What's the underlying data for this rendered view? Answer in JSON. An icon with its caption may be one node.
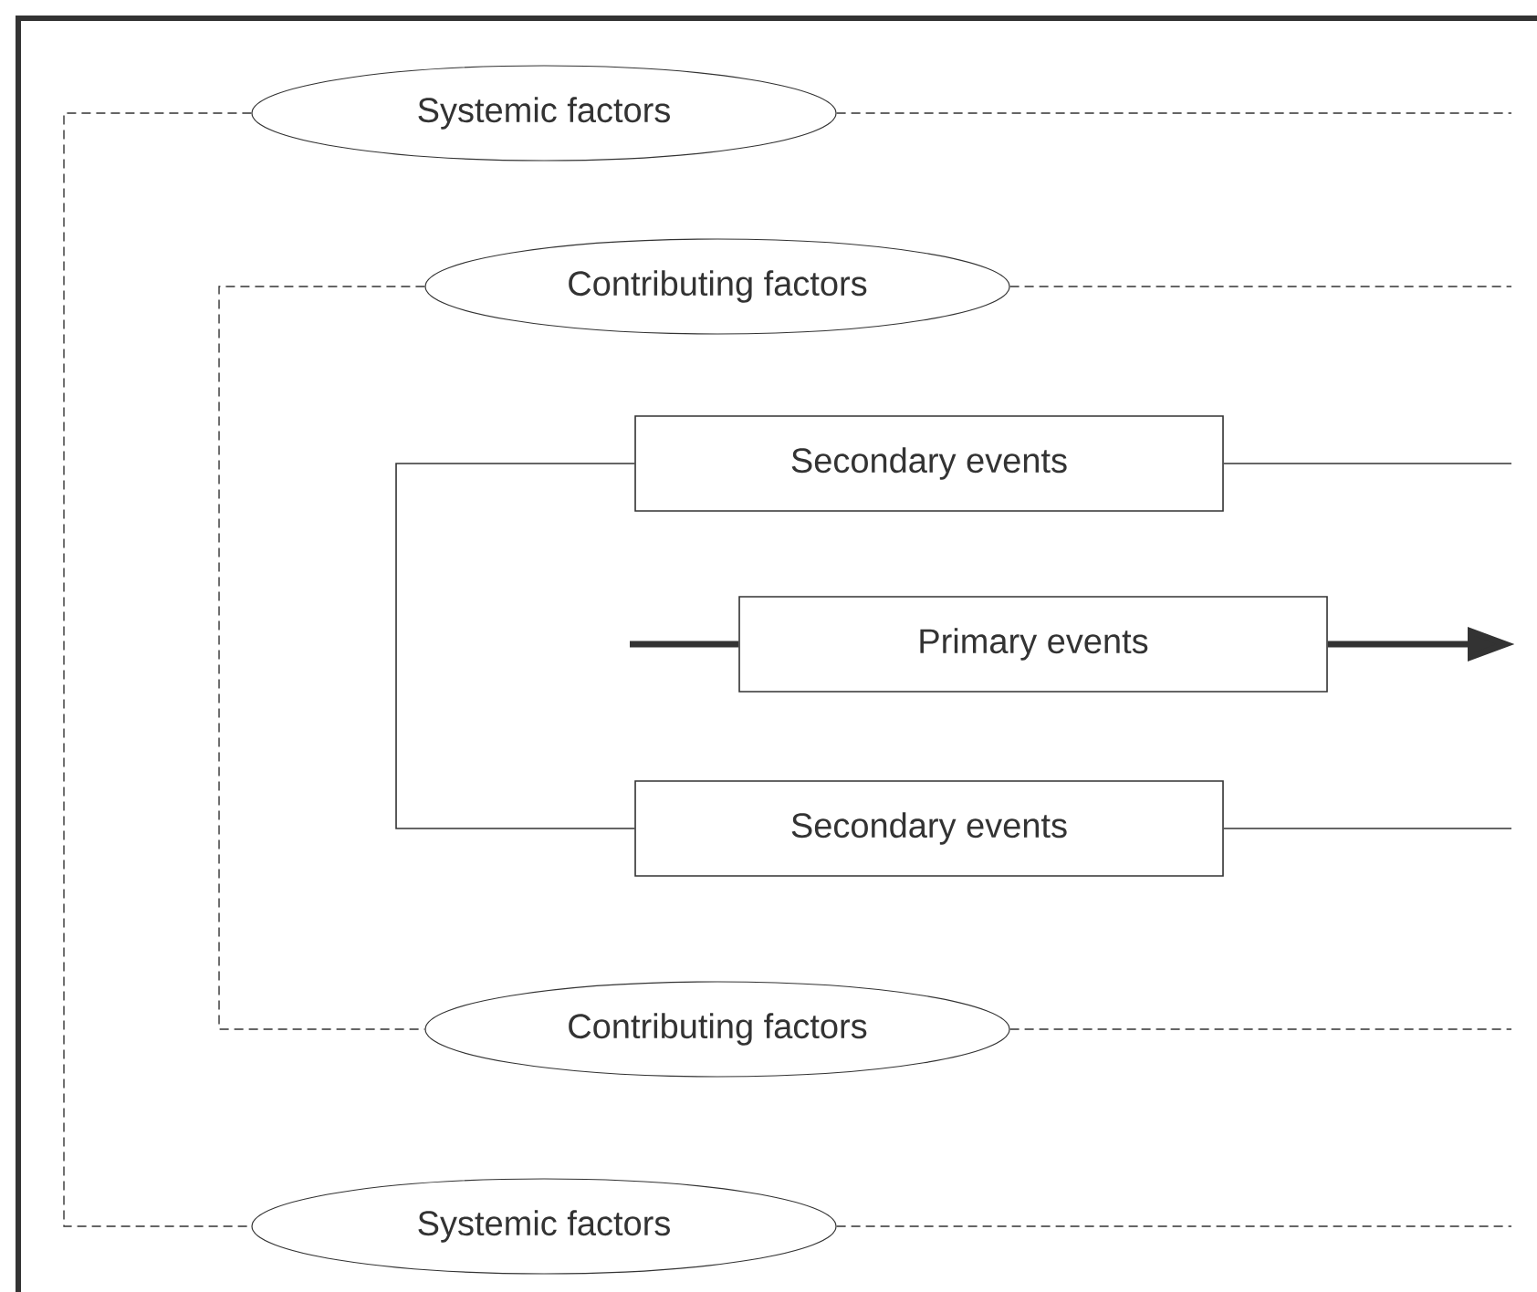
{
  "diagram": {
    "nodes": [
      {
        "text": [
          "Systemic factors"
        ]
      },
      {
        "text": [
          "Contributing factors"
        ]
      },
      {
        "text": [
          "Secondary events"
        ]
      },
      {
        "text": [
          "Primary events"
        ]
      },
      {
        "text": [
          "Secondary events"
        ]
      },
      {
        "text": [
          "Contributing factors"
        ]
      },
      {
        "text": [
          "Systemic factors"
        ]
      }
    ],
    "edges": [
      {
        "from": 0,
        "to": 6,
        "arrow": "none",
        "style": "dashed"
      },
      {
        "from": 1,
        "to": 5,
        "arrow": "none",
        "style": "dashed"
      },
      {
        "from": 2,
        "to": 4,
        "arrow": "none"
      },
      {
        "from": 0,
        "to": null,
        "arrow": "none",
        "style": "dashed"
      },
      {
        "from": 1,
        "to": null,
        "arrow": "none",
        "style": "dashed"
      },
      {
        "from": 2,
        "to": null,
        "arrow": "none"
      },
      {
        "from": null,
        "to": 3,
        "arrow": "none",
        "style": "thick"
      },
      {
        "from": 3,
        "to": null,
        "arrow": "to",
        "style": "thick"
      },
      {
        "from": 4,
        "to": null,
        "arrow": "none"
      },
      {
        "from": 5,
        "to": null,
        "arrow": "none",
        "style": "dashed"
      },
      {
        "from": 6,
        "to": null,
        "arrow": "none",
        "style": "dashed"
      }
    ]
  }
}
